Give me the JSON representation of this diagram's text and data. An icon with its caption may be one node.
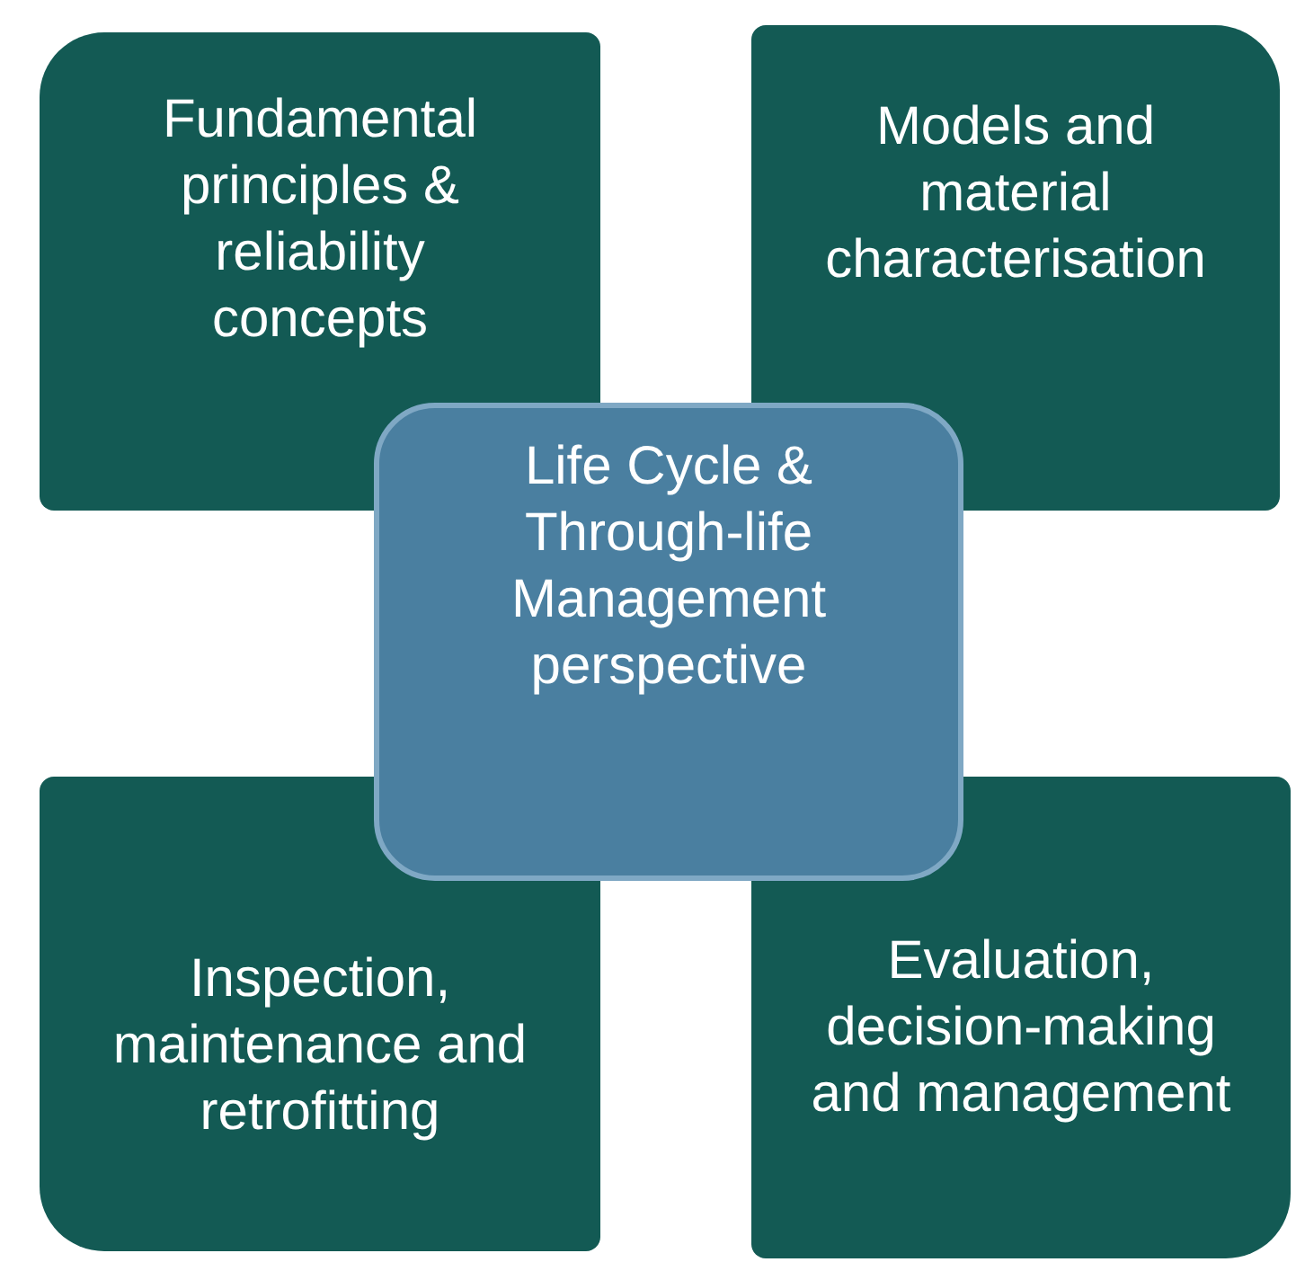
{
  "diagram": {
    "nodes": [
      {
        "text": [
          "Fundamental principles & reliability concepts"
        ]
      },
      {
        "text": [
          "Models and material characterisation"
        ]
      },
      {
        "text": [
          "Inspection, maintenance and retrofitting"
        ]
      },
      {
        "text": [
          "Evaluation, decision-making and management"
        ]
      },
      {
        "text": [
          "Life Cycle & Through-life Management perspective"
        ]
      }
    ]
  }
}
